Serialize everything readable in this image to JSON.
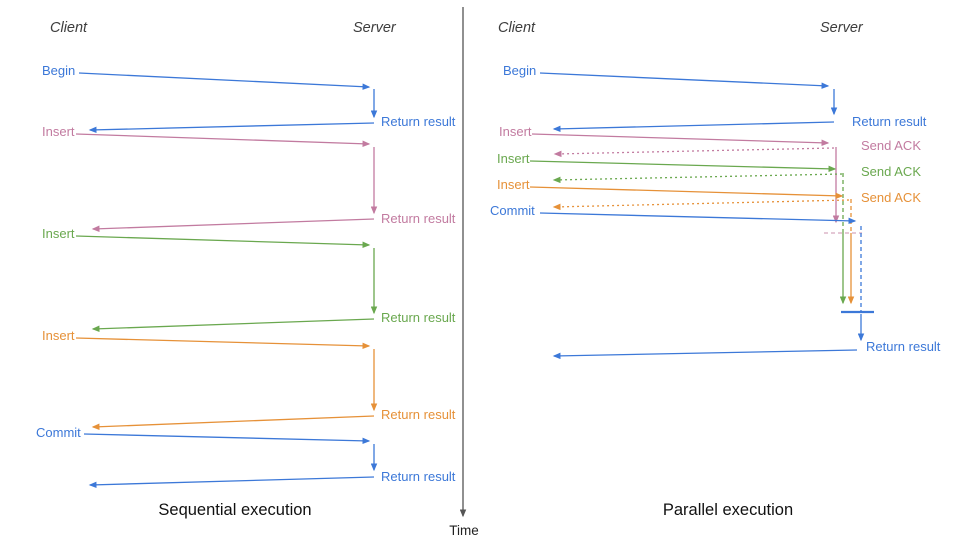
{
  "colors": {
    "blue": "#3c78d8",
    "pink": "#c27ba0",
    "green": "#6aa84f",
    "orange": "#e69138",
    "pink_light": "#d5a6bd",
    "axis": "#555555"
  },
  "time_axis": {
    "label": "Time"
  },
  "left": {
    "title": "Sequential execution",
    "client_header": "Client",
    "server_header": "Server",
    "operations": [
      {
        "label": "Begin",
        "color": "blue",
        "response": "Return result"
      },
      {
        "label": "Insert",
        "color": "pink",
        "response": "Return result"
      },
      {
        "label": "Insert",
        "color": "green",
        "response": "Return result"
      },
      {
        "label": "Insert",
        "color": "orange",
        "response": "Return result"
      },
      {
        "label": "Commit",
        "color": "blue",
        "response": "Return result"
      }
    ]
  },
  "right": {
    "title": "Parallel execution",
    "client_header": "Client",
    "server_header": "Server",
    "operations": [
      {
        "label": "Begin",
        "color": "blue",
        "response": "Return result"
      },
      {
        "label": "Insert",
        "color": "pink",
        "response": "Send ACK"
      },
      {
        "label": "Insert",
        "color": "green",
        "response": "Send ACK"
      },
      {
        "label": "Insert",
        "color": "orange",
        "response": "Send ACK"
      },
      {
        "label": "Commit",
        "color": "blue",
        "response": "Return result"
      }
    ],
    "final_response": "Return result"
  }
}
